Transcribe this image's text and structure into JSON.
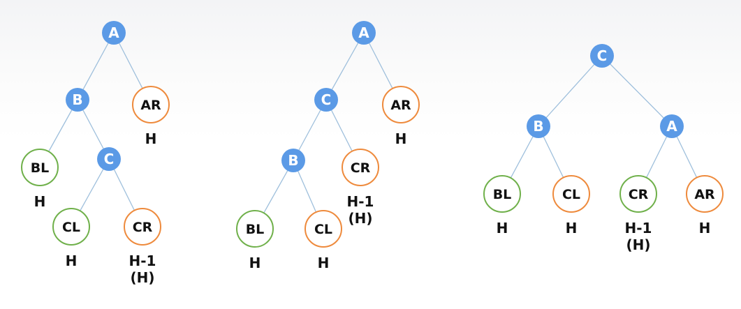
{
  "colors": {
    "blue": "#5b9ae6",
    "orange": "#ee8a3c",
    "green": "#6fb04a",
    "edge": "#9ebfdc",
    "text": "#111111",
    "white": "#ffffff"
  },
  "trees": [
    {
      "name": "tree-1",
      "nodes": [
        {
          "id": "A",
          "label": "A",
          "kind": "internal"
        },
        {
          "id": "B",
          "label": "B",
          "kind": "internal"
        },
        {
          "id": "AR",
          "label": "AR",
          "kind": "subtree-orange",
          "sub": [
            "H"
          ]
        },
        {
          "id": "BL",
          "label": "BL",
          "kind": "subtree-green",
          "sub": [
            "H"
          ]
        },
        {
          "id": "C",
          "label": "C",
          "kind": "internal"
        },
        {
          "id": "CL",
          "label": "CL",
          "kind": "subtree-green",
          "sub": [
            "H"
          ]
        },
        {
          "id": "CR",
          "label": "CR",
          "kind": "subtree-orange",
          "sub": [
            "H-1",
            "(H)"
          ]
        }
      ],
      "edges": [
        [
          "A",
          "B"
        ],
        [
          "A",
          "AR"
        ],
        [
          "B",
          "BL"
        ],
        [
          "B",
          "C"
        ],
        [
          "C",
          "CL"
        ],
        [
          "C",
          "CR"
        ]
      ]
    },
    {
      "name": "tree-2",
      "nodes": [
        {
          "id": "A",
          "label": "A",
          "kind": "internal"
        },
        {
          "id": "C",
          "label": "C",
          "kind": "internal"
        },
        {
          "id": "AR",
          "label": "AR",
          "kind": "subtree-orange",
          "sub": [
            "H"
          ]
        },
        {
          "id": "B",
          "label": "B",
          "kind": "internal"
        },
        {
          "id": "CR",
          "label": "CR",
          "kind": "subtree-orange",
          "sub": [
            "H-1",
            "(H)"
          ]
        },
        {
          "id": "BL",
          "label": "BL",
          "kind": "subtree-green",
          "sub": [
            "H"
          ]
        },
        {
          "id": "CL",
          "label": "CL",
          "kind": "subtree-orange",
          "sub": [
            "H"
          ]
        }
      ],
      "edges": [
        [
          "A",
          "C"
        ],
        [
          "A",
          "AR"
        ],
        [
          "C",
          "B"
        ],
        [
          "C",
          "CR"
        ],
        [
          "B",
          "BL"
        ],
        [
          "B",
          "CL"
        ]
      ]
    },
    {
      "name": "tree-3",
      "nodes": [
        {
          "id": "C",
          "label": "C",
          "kind": "internal"
        },
        {
          "id": "B",
          "label": "B",
          "kind": "internal"
        },
        {
          "id": "A",
          "label": "A",
          "kind": "internal"
        },
        {
          "id": "BL",
          "label": "BL",
          "kind": "subtree-green",
          "sub": [
            "H"
          ]
        },
        {
          "id": "CL",
          "label": "CL",
          "kind": "subtree-orange",
          "sub": [
            "H"
          ]
        },
        {
          "id": "CR",
          "label": "CR",
          "kind": "subtree-green",
          "sub": [
            "H-1",
            "(H)"
          ]
        },
        {
          "id": "AR",
          "label": "AR",
          "kind": "subtree-orange",
          "sub": [
            "H"
          ]
        }
      ],
      "edges": [
        [
          "C",
          "B"
        ],
        [
          "C",
          "A"
        ],
        [
          "B",
          "BL"
        ],
        [
          "B",
          "CL"
        ],
        [
          "A",
          "CR"
        ],
        [
          "A",
          "AR"
        ]
      ]
    }
  ]
}
